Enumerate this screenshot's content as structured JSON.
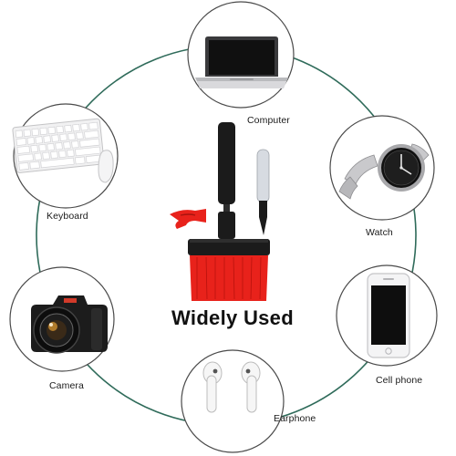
{
  "headline": "Widely Used",
  "devices": {
    "computer": {
      "label": "Computer",
      "icon": "laptop-icon"
    },
    "watch": {
      "label": "Watch",
      "icon": "watch-icon"
    },
    "cell_phone": {
      "label": "Cell phone",
      "icon": "phone-icon"
    },
    "earphone": {
      "label": "Earphone",
      "icon": "earbuds-icon"
    },
    "camera": {
      "label": "Camera",
      "icon": "camera-icon"
    },
    "keyboard": {
      "label": "Keyboard",
      "icon": "keyboard-icon"
    }
  },
  "product": {
    "icon": "cleaning-brush-kit-icon"
  },
  "colors": {
    "ring": "#2f6b5a",
    "bristles": "#e8221b",
    "brush_body": "#1b1b1b",
    "outline": "#4a4a4a"
  }
}
